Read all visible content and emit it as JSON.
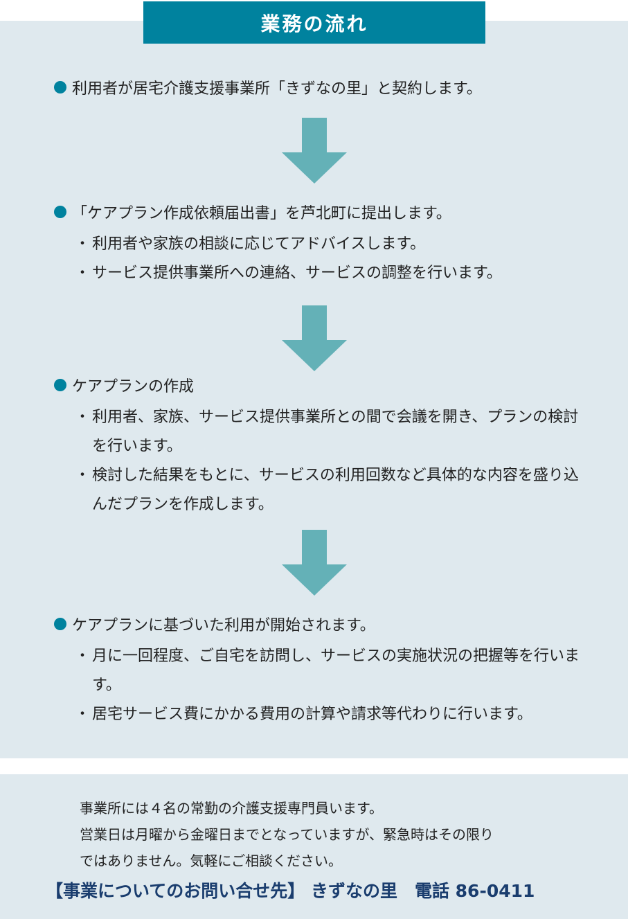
{
  "title": "業務の流れ",
  "steps": [
    {
      "head": "利用者が居宅介護支援事業所「きずなの里」と契約します。",
      "subs": []
    },
    {
      "head": "「ケアプラン作成依頼届出書」を芦北町に提出します。",
      "subs": [
        "利用者や家族の相談に応じてアドバイスします。",
        "サービス提供事業所への連絡、サービスの調整を行います。"
      ]
    },
    {
      "head": "ケアプランの作成",
      "subs": [
        "利用者、家族、サービス提供事業所との間で会議を開き、プランの検討を行います。",
        "検討した結果をもとに、サービスの利用回数など具体的な内容を盛り込んだプランを作成します。"
      ]
    },
    {
      "head": "ケアプランに基づいた利用が開始されます。",
      "subs": [
        "月に一回程度、ご自宅を訪問し、サービスの実施状況の把握等を行います。",
        "居宅サービス費にかかる費用の計算や請求等代わりに行います。"
      ]
    }
  ],
  "bullet_mark": "・",
  "note": [
    "事業所には４名の常勤の介護支援専門員います。",
    "営業日は月曜から金曜日までとなっていますが、緊急時はその限り",
    "ではありません。気軽にご相談ください。"
  ],
  "contact": "【事業についてのお問い合せ先】 きずなの里　電話 86-0411",
  "colors": {
    "accent": "#00829e",
    "panel": "#dfe9ee",
    "arrow": "#64b1b7",
    "contact": "#1a3d6e"
  }
}
